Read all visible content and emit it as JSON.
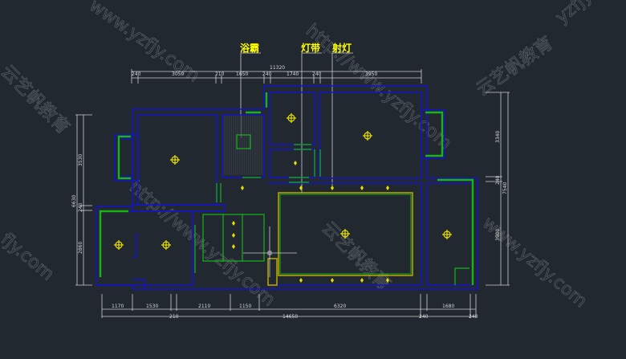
{
  "labels": {
    "bath_heater": "浴霸",
    "light_strip": "灯带",
    "spotlight": "射灯"
  },
  "dimensions": {
    "top_total": "11320",
    "top": [
      "240",
      "3050",
      "210",
      "1650",
      "240",
      "1740",
      "240",
      "3950"
    ],
    "left_total": "6630",
    "left": [
      "3530",
      "240",
      "2860"
    ],
    "right_total": "7540",
    "right": [
      "3340",
      "240",
      "3900"
    ],
    "bottom": [
      "1170",
      "1530",
      "2110",
      "1150",
      "6320",
      "1680"
    ],
    "bottom_total": [
      "210",
      "14650",
      "240",
      "240"
    ]
  },
  "watermarks": {
    "brand": "云艺帆教育",
    "url": "http://www.yzfjy.com",
    "url_short": "www.yzfjy.com",
    "url_frag": "fjy.com",
    "url_frag2": "yzfjy"
  },
  "colors": {
    "background": "#212830",
    "wall": "#1414c8",
    "window": "#18b418",
    "ceiling": "#c8b400",
    "lamp": "#e8e000"
  }
}
